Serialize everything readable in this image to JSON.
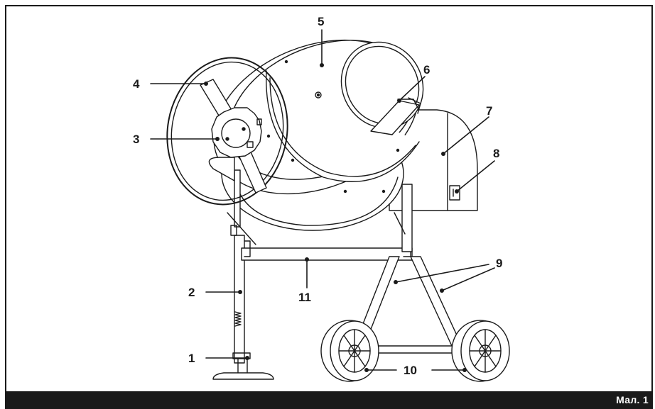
{
  "figure": {
    "caption": "Мал. 1",
    "background": "#ffffff",
    "line_color": "#1a1a1a",
    "bar_color": "#1a1a1a"
  },
  "callouts": [
    {
      "number": "1",
      "icon": "base-foot-callout"
    },
    {
      "number": "2",
      "icon": "support-leg-callout"
    },
    {
      "number": "3",
      "icon": "gear-hub-callout"
    },
    {
      "number": "4",
      "icon": "handwheel-callout"
    },
    {
      "number": "5",
      "icon": "drum-callout"
    },
    {
      "number": "6",
      "icon": "mixing-blade-callout"
    },
    {
      "number": "7",
      "icon": "motor-housing-callout"
    },
    {
      "number": "8",
      "icon": "power-switch-callout"
    },
    {
      "number": "9",
      "icon": "frame-leg-callout"
    },
    {
      "number": "10",
      "icon": "wheel-callout"
    },
    {
      "number": "11",
      "icon": "crossbar-callout"
    }
  ]
}
